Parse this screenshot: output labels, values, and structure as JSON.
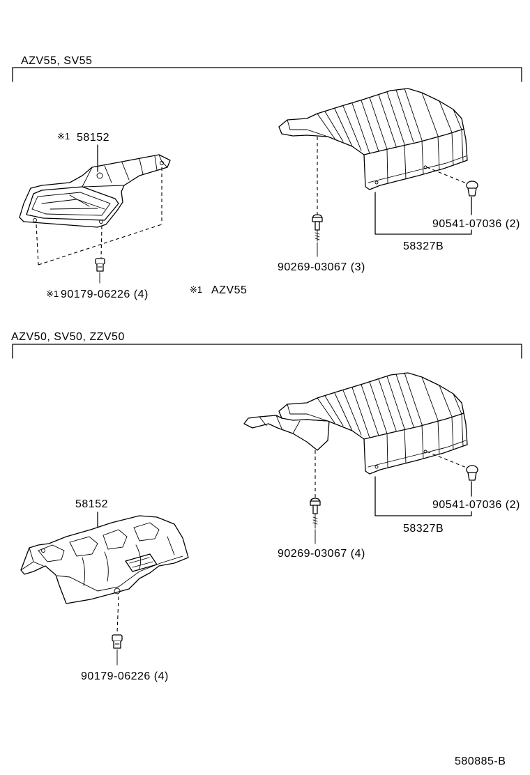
{
  "diagram_code": "580885-B",
  "top_group": {
    "title": "AZV55, SV55",
    "left_insulator": {
      "mark": "※1",
      "part_number": "58152"
    },
    "left_clip": {
      "mark": "※1",
      "part_number": "90179-06226 (4)"
    },
    "note": {
      "mark": "※1",
      "text": "AZV55"
    },
    "right_insulator": {
      "part_number": "58327B"
    },
    "right_clip": {
      "part_number": "90541-07036 (2)"
    },
    "bolt": {
      "part_number": "90269-03067 (3)"
    }
  },
  "bottom_group": {
    "title": "AZV50, SV50, ZZV50",
    "left_insulator": {
      "part_number": "58152"
    },
    "left_clip": {
      "part_number": "90179-06226 (4)"
    },
    "right_insulator": {
      "part_number": "58327B"
    },
    "right_clip": {
      "part_number": "90541-07036 (2)"
    },
    "bolt": {
      "part_number": "90269-03067 (4)"
    }
  },
  "colors": {
    "line": "#000000",
    "background": "#ffffff"
  }
}
